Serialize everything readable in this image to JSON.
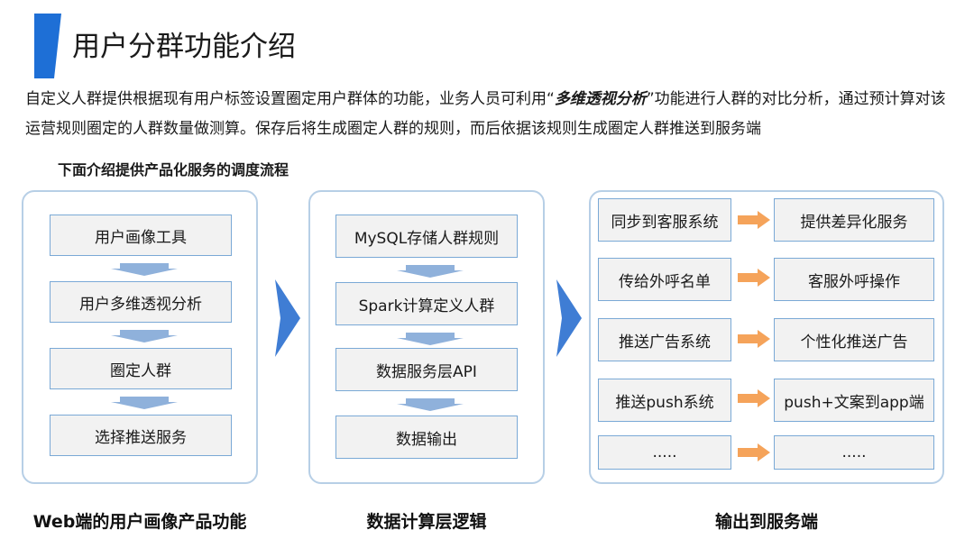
{
  "header": {
    "title": "用户分群功能介绍",
    "accent_color": "#1e6fd6"
  },
  "intro": {
    "part1": "自定义人群提供根据现有用户标签设置圈定用户群体的功能，业务人员可利用“",
    "highlight": "多维透视分析",
    "part2": "”功能进行人群的对比分析，通过预计算对该运营规则圈定的人群数量做测算。保存后将生成圈定人群的规则，而后依据该规则生成圈定人群推送到服务端"
  },
  "flow_title": "下面介绍提供产品化服务的调度流程",
  "web_panel": {
    "steps": [
      "用户画像工具",
      "用户多维透视分析",
      "圈定人群",
      "选择推送服务"
    ],
    "caption": "Web端的用户画像产品功能"
  },
  "compute_panel": {
    "steps": [
      "MySQL存储人群规则",
      "Spark计算定义人群",
      "数据服务层API",
      "数据输出"
    ],
    "caption": "数据计算层逻辑"
  },
  "output_panel": {
    "rows": [
      {
        "source": "同步到客服系统",
        "target": "提供差异化服务"
      },
      {
        "source": "传给外呼名单",
        "target": "客服外呼操作"
      },
      {
        "source": "推送广告系统",
        "target": "个性化推送广告"
      },
      {
        "source": "推送push系统",
        "target": "push+文案到app端"
      },
      {
        "source": ".....",
        "target": "....."
      }
    ],
    "caption": "输出到服务端"
  }
}
